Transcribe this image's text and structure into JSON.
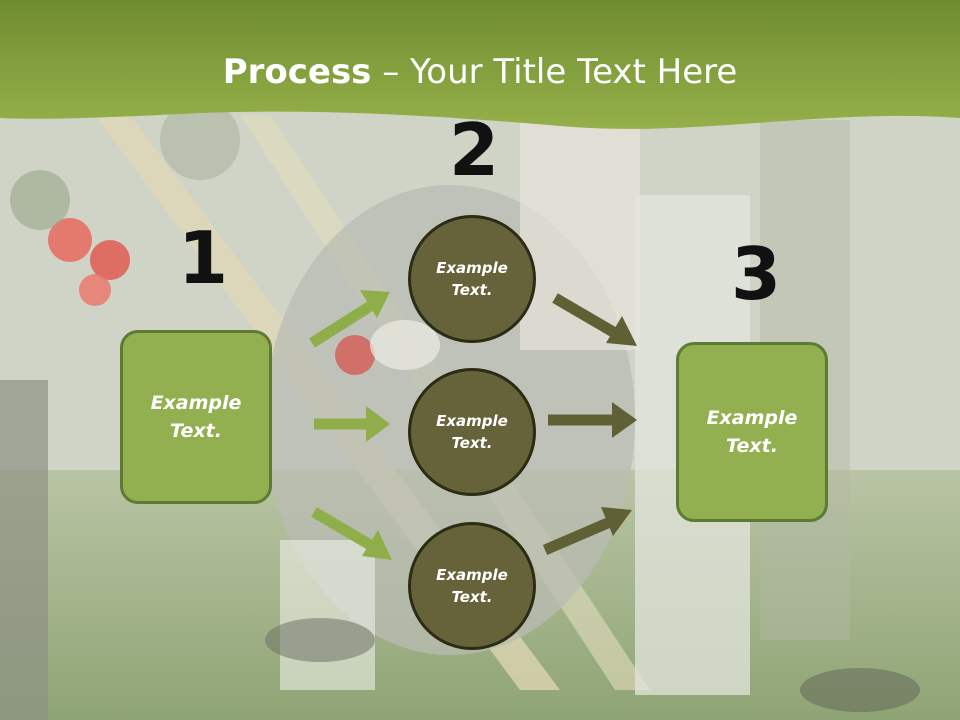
{
  "slide": {
    "title_bold": "Process",
    "title_rest": " – Your Title Text Here"
  },
  "steps": {
    "one": "1",
    "two": "2",
    "three": "3"
  },
  "nodes": {
    "left_box": "Example Text.",
    "circle_top": "Example Text.",
    "circle_middle": "Example Text.",
    "circle_bottom": "Example Text.",
    "right_box": "Example Text."
  },
  "colors": {
    "header_green": "#7f9c3a",
    "box_fill": "#93b050",
    "circle_fill": "#66633a",
    "arrow_light": "#8fae4a",
    "arrow_dark": "#606035"
  }
}
